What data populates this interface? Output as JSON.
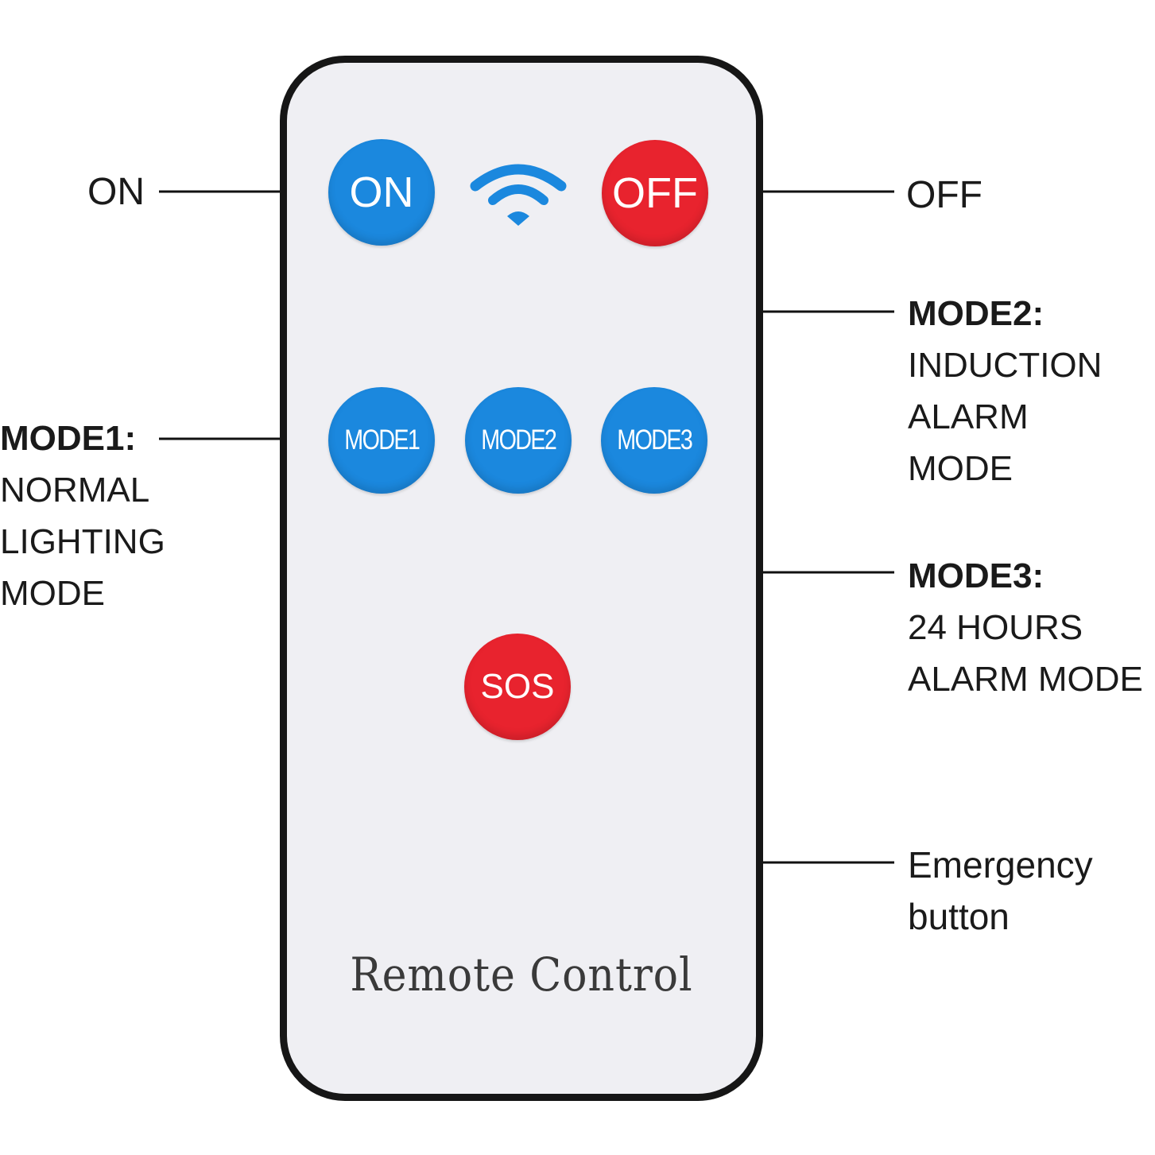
{
  "remote": {
    "caption": "Remote Control",
    "buttons": {
      "on": "ON",
      "off": "OFF",
      "mode1": "MODE1",
      "mode2": "MODE2",
      "mode3": "MODE3",
      "sos": "SOS"
    },
    "signal_icon": "wifi-signal-icon"
  },
  "callouts": {
    "on": {
      "text": "ON"
    },
    "off": {
      "text": "OFF"
    },
    "mode1": {
      "title": "MODE1:",
      "lines": [
        "NORMAL",
        "LIGHTING",
        "MODE"
      ]
    },
    "mode2": {
      "title": "MODE2:",
      "lines": [
        "INDUCTION",
        "ALARM",
        "MODE"
      ]
    },
    "mode3": {
      "title": "MODE3:",
      "lines": [
        "24 HOURS",
        "ALARM MODE"
      ]
    },
    "sos": {
      "lines": [
        "Emergency",
        "button"
      ]
    }
  },
  "colors": {
    "blue_button": "#1b88de",
    "red_button": "#e8232e",
    "remote_body": "#efeff3",
    "outline": "#161616"
  }
}
